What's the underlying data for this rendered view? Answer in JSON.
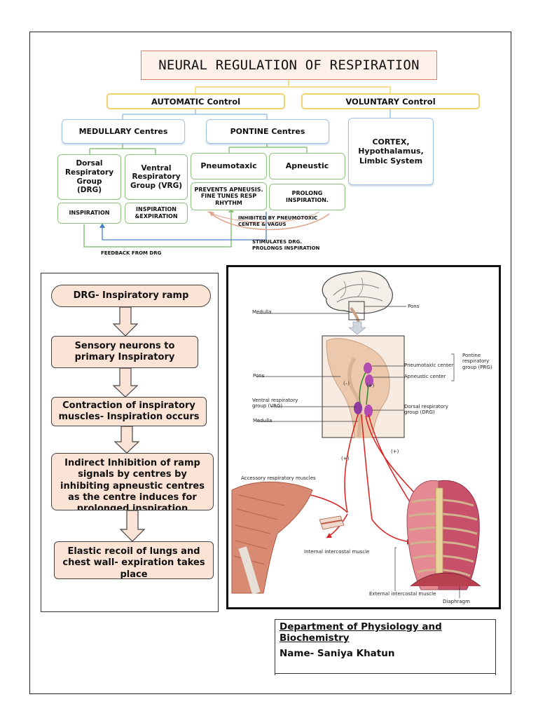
{
  "title": "NEURAL REGULATION OF RESPIRATION",
  "control": {
    "automatic": "AUTOMATIC Control",
    "voluntary": "VOLUNTARY Control"
  },
  "centres": {
    "medullary": "MEDULLARY Centres",
    "pontine": "PONTINE Centres",
    "cortex_lines": [
      "CORTEX,",
      "Hypothalamus,",
      "Limbic System"
    ]
  },
  "groups": {
    "drg_lines": [
      "Dorsal",
      "Respiratory",
      "Group",
      "(DRG)"
    ],
    "vrg_lines": [
      "Ventral",
      "Respiratory",
      "Group (VRG)"
    ],
    "pneumotaxic": "Pneumotaxic",
    "apneustic": "Apneustic"
  },
  "functions": {
    "drg": "INSPIRATION",
    "vrg_lines": [
      "INSPIRATION",
      "&EXPIRATION"
    ],
    "pneumotaxic_lines": [
      "PREVENTS APNEUSIS.",
      "FINE TUNES RESP",
      "RHYTHM"
    ],
    "apneustic": "PROLONG INSPIRATION."
  },
  "notes": {
    "inhibited_lines": [
      "INHIBITED BY PNEUMOTOXIC",
      "CENTRE & VAGUS"
    ],
    "stimulates_lines": [
      "STIMULATES DRG.",
      "PROLONGS INSPIRATION"
    ],
    "feedback": "FEEDBACK FROM DRG"
  },
  "flow": [
    {
      "lines": [
        "DRG- Inspiratory ramp"
      ]
    },
    {
      "lines": [
        "Sensory neurons to",
        "primary Inspiratory"
      ]
    },
    {
      "lines": [
        "Contraction of inspiratory",
        "muscles- Inspiration occurs"
      ]
    },
    {
      "lines": [
        "Indirect Inhibition of ramp",
        "signals by   centres by",
        "inhibiting apneustic centres",
        "as the centre induces for",
        "prolonged inspiration"
      ]
    },
    {
      "lines": [
        "Elastic recoil of lungs and",
        "chest wall- expiration takes",
        "place"
      ]
    }
  ],
  "anatomy": {
    "medulla_top": "Medulla",
    "pons_top": "Pons",
    "pons_mid": "Pons",
    "medulla_mid": "Medulla",
    "pneumotaxic_center": "Pneumotaxic center",
    "apneustic_center": "Apneustic center",
    "pontine_group_lines": [
      "Pontine",
      "respiratory",
      "group (PRG)"
    ],
    "vrg_lines": [
      "Ventral respiratory",
      "group (VRG)"
    ],
    "drg_lines": [
      "Dorsal respiratory",
      "group (DRG)"
    ],
    "minus": "(–)",
    "plus": "(+)",
    "accessory": "Accessory respiratory muscles",
    "internal": "Internal intercostal muscle",
    "external": "External intercostal muscle",
    "diaphragm": "Diaphragm"
  },
  "department": {
    "line1": "Department of Physiology and ",
    "line2": "Biochemistry",
    "name": "Name- Saniya Khatun"
  }
}
